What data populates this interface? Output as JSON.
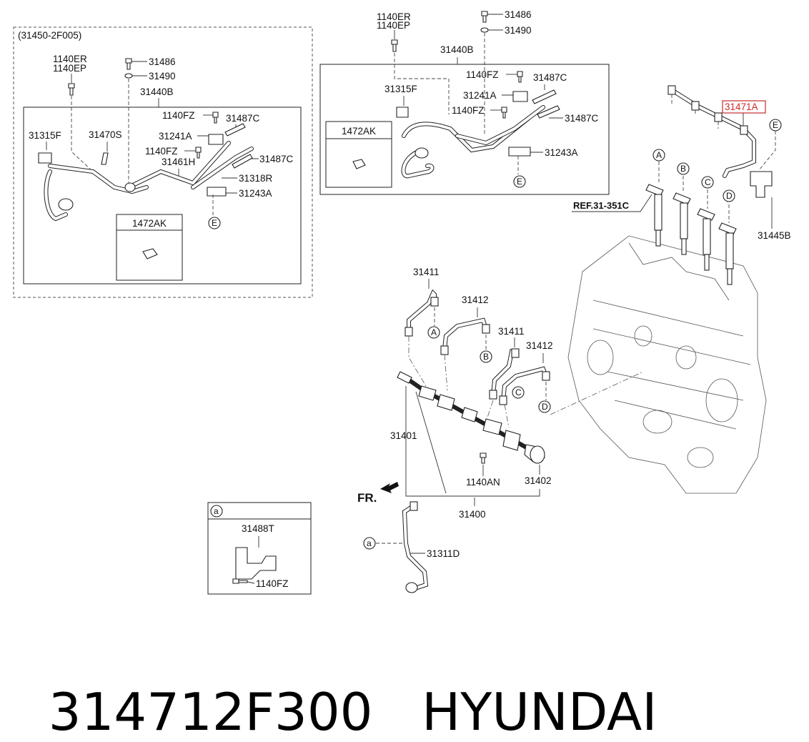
{
  "labels": {
    "assembly_top": "(31450-2F005)",
    "l_1140er": "1140ER",
    "l_1140ep": "1140EP",
    "l_31486": "31486",
    "l_31490": "31490",
    "l_31440b": "31440B",
    "l_1140fz": "1140FZ",
    "l_31487c": "31487C",
    "l_31315f": "31315F",
    "l_31470s": "31470S",
    "l_31241a": "31241A",
    "l_31461h": "31461H",
    "l_31318r": "31318R",
    "l_31243a": "31243A",
    "l_1472ak": "1472AK",
    "l_31471a": "31471A",
    "l_ref": "REF.31-351C",
    "l_31445b": "31445B",
    "l_31411": "31411",
    "l_31412": "31412",
    "l_31401": "31401",
    "l_1140an": "1140AN",
    "l_31402": "31402",
    "l_31400": "31400",
    "l_fr": "FR.",
    "l_31488t": "31488T",
    "l_31311d": "31311D",
    "c_a": "a",
    "c_A": "A",
    "c_B": "B",
    "c_C": "C",
    "c_D": "D",
    "c_E": "E"
  },
  "caption": {
    "part_number": "314712F300",
    "brand": "HYUNDAI"
  },
  "colors": {
    "highlight": "#cc2a2a"
  }
}
